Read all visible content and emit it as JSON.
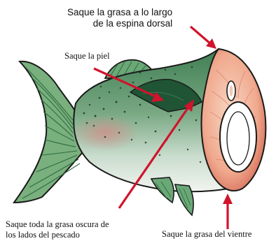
{
  "labels": {
    "dorsal_line1": "Saque la grasa a lo largo",
    "dorsal_line2": "de la espina dorsal",
    "skin": "Saque la piel",
    "dark_fat_line1": "Saque toda la grasa oscura de",
    "dark_fat_line2": "los lados del pescado",
    "belly": "Saque la grasa del vientre"
  },
  "colors": {
    "arrow": "#d0142c",
    "fish_green": "#5aa06c",
    "flesh": "#f2b49c",
    "outline": "#1a1a1a"
  }
}
